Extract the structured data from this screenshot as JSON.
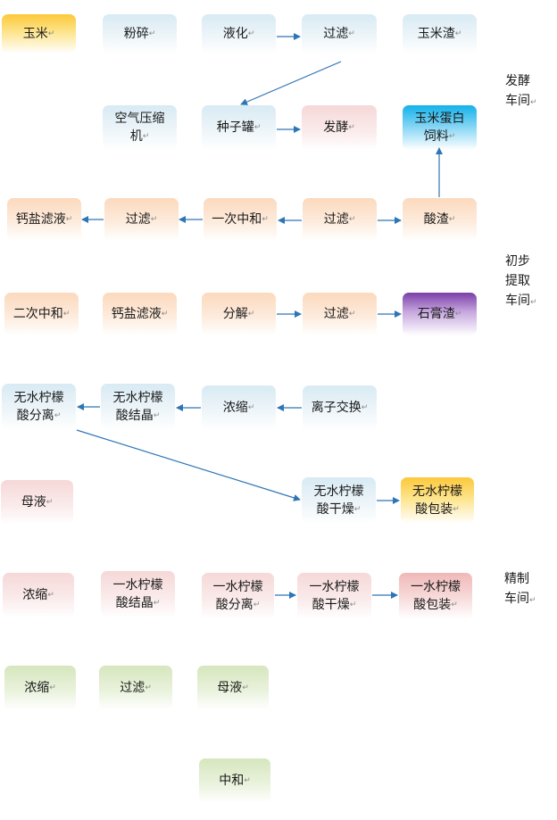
{
  "boxes": {
    "corn": "玉米",
    "crush": "粉碎",
    "liquefy": "液化",
    "filter1": "过滤",
    "corn_residue": "玉米渣",
    "air_compressor": "空气压缩\n机",
    "seed_tank": "种子罐",
    "ferment": "发酵",
    "protein_feed": "玉米蛋白\n饲料",
    "calcium_filtrate1": "钙盐滤液",
    "filter2": "过滤",
    "first_neutralize": "一次中和",
    "filter3": "过滤",
    "acid_residue": "酸渣",
    "second_neutralize": "二次中和",
    "calcium_filtrate2": "钙盐滤液",
    "decompose": "分解",
    "filter4": "过滤",
    "gypsum_residue": "石膏渣",
    "anhydrous_separate": "无水柠檬\n酸分离",
    "anhydrous_crystal": "无水柠檬\n酸结晶",
    "concentrate1": "浓缩",
    "ion_exchange": "离子交换",
    "mother_liquor1": "母液",
    "anhydrous_dry": "无水柠檬\n酸干燥",
    "anhydrous_pack": "无水柠檬\n酸包装",
    "concentrate2": "浓缩",
    "mono_crystal": "一水柠檬\n酸结晶",
    "mono_separate": "一水柠檬\n酸分离",
    "mono_dry": "一水柠檬\n酸干燥",
    "mono_pack": "一水柠檬\n酸包装",
    "concentrate3": "浓缩",
    "filter5": "过滤",
    "mother_liquor2": "母液",
    "neutralize": "中和"
  },
  "sections": {
    "fermentation": "发酵\n车间",
    "initial_extraction": "初步\n提取\n车间",
    "refining": "精制\n车间"
  },
  "paragraph_mark": "↵",
  "colors": {
    "arrow": "#2e75b6",
    "yellow": "#fcc83a",
    "cyan": "#12b2ea",
    "purple": "#7a3ea8"
  }
}
